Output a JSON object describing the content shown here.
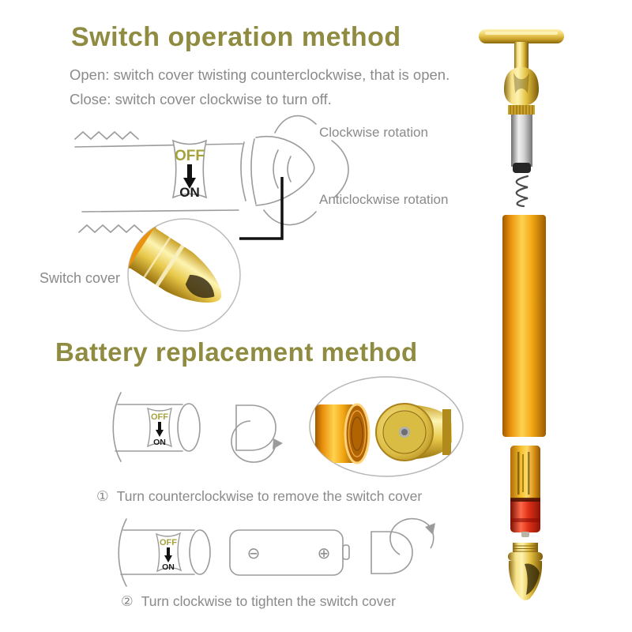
{
  "switch_section": {
    "title": "Switch operation method",
    "description_line1": "Open: switch cover twisting counterclockwise, that is open.",
    "description_line2": "Close: switch cover clockwise to turn off.",
    "label_clockwise": "Clockwise rotation",
    "label_anticlockwise": "Anticlockwise rotation",
    "label_switch_cover": "Switch cover",
    "sticker": {
      "off": "OFF",
      "on": "ON"
    }
  },
  "battery_section": {
    "title": "Battery replacement method",
    "sticker": {
      "off": "OFF",
      "on": "ON"
    },
    "battery_terminals": {
      "minus": "⊖",
      "plus": "⊕"
    },
    "steps": [
      {
        "num": "①",
        "text": "Turn counterclockwise to remove the switch cover"
      },
      {
        "num": "②",
        "text": "Turn clockwise to tighten the switch cover"
      }
    ]
  },
  "exploded_view": {
    "parts": [
      "t-bar-head",
      "dome-connector",
      "vibration-motor-cylinder",
      "spring",
      "gold-barrel-body",
      "aa-battery",
      "switch-cover-cap"
    ]
  },
  "colors": {
    "title_olive": "#8f8c42",
    "body_text": "#8a8a8a",
    "line_art": "#9b9b9b",
    "sticker_off": "#a6a23b",
    "sticker_on": "#1c1c1c",
    "gold_mid": "#e0bb3a",
    "barrel_orange": "#f2a714",
    "battery_red": "#d42814"
  }
}
